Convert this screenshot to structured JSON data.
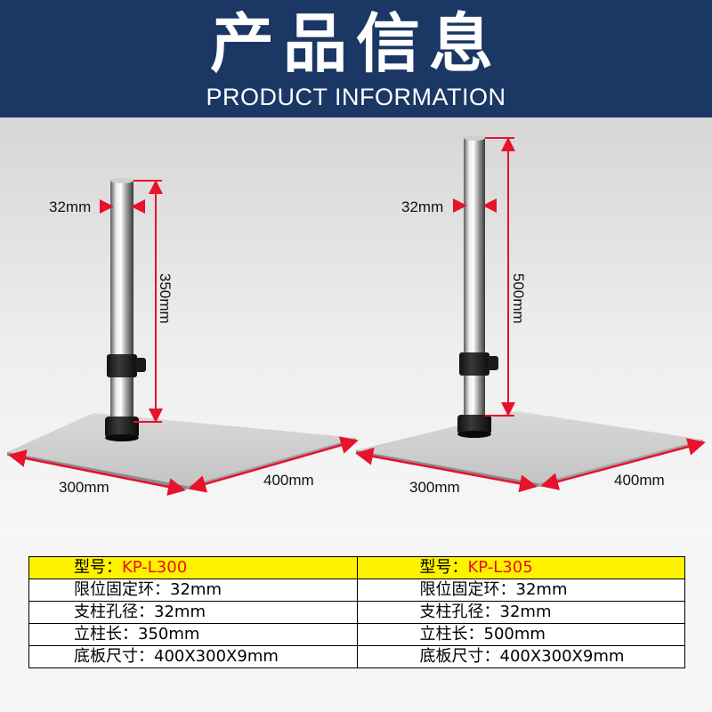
{
  "header": {
    "title": "产品信息",
    "subtitle": "PRODUCT INFORMATION"
  },
  "colors": {
    "header_bg": "#1b3764",
    "model_row_bg": "#fff200",
    "model_code": "#e8110f",
    "dimension_arrow": "#e6132a"
  },
  "products": [
    {
      "diameter_label": "32mm",
      "height_label": "350mm",
      "width_label": "300mm",
      "depth_label": "400mm"
    },
    {
      "diameter_label": "32mm",
      "height_label": "500mm",
      "width_label": "300mm",
      "depth_label": "400mm"
    }
  ],
  "spec_table": {
    "columns": [
      {
        "model_label": "型号：",
        "model_code": "KP-L300",
        "rows": [
          "限位固定环：32mm",
          "支柱孔径：32mm",
          "立柱长：350mm",
          "底板尺寸：400X300X9mm"
        ]
      },
      {
        "model_label": "型号：",
        "model_code": "KP-L305",
        "rows": [
          "限位固定环：32mm",
          "支柱孔径：32mm",
          "立柱长：500mm",
          "底板尺寸：400X300X9mm"
        ]
      }
    ]
  }
}
